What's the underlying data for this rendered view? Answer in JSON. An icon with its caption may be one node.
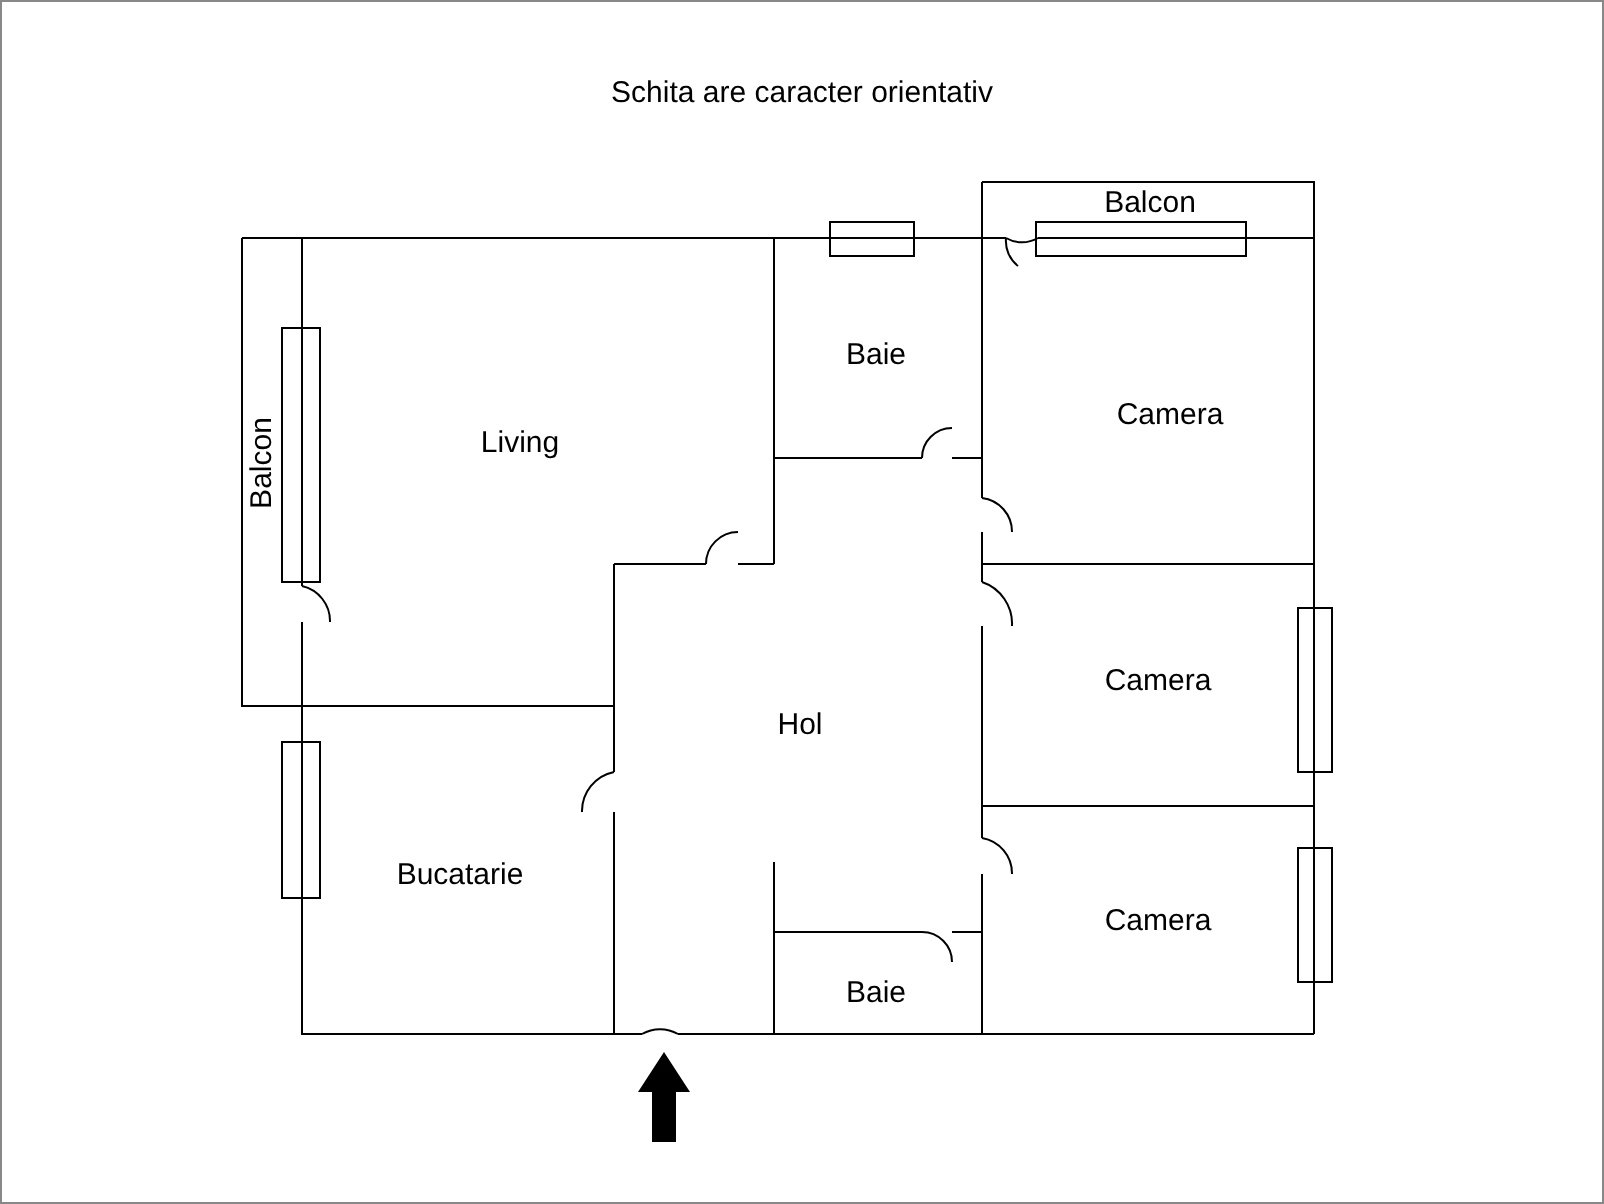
{
  "diagram": {
    "title": "Schita are caracter orientativ",
    "nodes": [
      {
        "text": [
          "Balcon"
        ]
      },
      {
        "text": [
          "Baie"
        ]
      },
      {
        "text": [
          "Camera"
        ]
      },
      {
        "text": [
          "Living"
        ]
      },
      {
        "text": [
          "Balcon"
        ]
      },
      {
        "text": [
          "Camera"
        ]
      },
      {
        "text": [
          "Hol"
        ]
      },
      {
        "text": [
          "Bucatarie"
        ]
      },
      {
        "text": [
          "Camera"
        ]
      },
      {
        "text": [
          "Baie"
        ]
      }
    ]
  }
}
